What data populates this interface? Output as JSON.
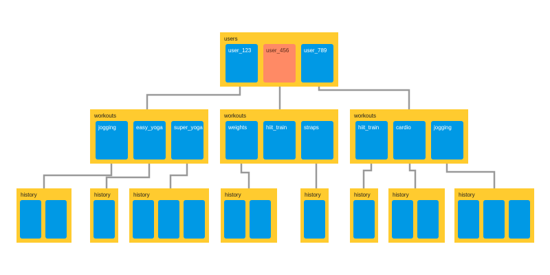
{
  "colors": {
    "container": "#FFCB2F",
    "cell": "#0099E5",
    "highlight": "#FF8A65",
    "connector": "#999999",
    "label_on_cell": "#FFFFFF",
    "label_on_container": "#1A1A1A"
  },
  "root": {
    "title": "users",
    "cells": [
      {
        "label": "user_123",
        "highlighted": false
      },
      {
        "label": "user_456",
        "highlighted": true
      },
      {
        "label": "user_789",
        "highlighted": false
      }
    ]
  },
  "workouts": [
    {
      "title": "workouts",
      "cells": [
        "jogging",
        "easy_yoga",
        "super_yoga"
      ]
    },
    {
      "title": "workouts",
      "cells": [
        "weights",
        "hiit_train",
        "straps"
      ]
    },
    {
      "title": "workouts",
      "cells": [
        "hiit_train",
        "cardio",
        "jogging"
      ]
    }
  ],
  "histories": [
    {
      "title": "history",
      "cells": 2
    },
    {
      "title": "history",
      "cells": 1
    },
    {
      "title": "history",
      "cells": 3
    },
    {
      "title": "history",
      "cells": 2
    },
    {
      "title": "history",
      "cells": 1
    },
    {
      "title": "history",
      "cells": 1
    },
    {
      "title": "history",
      "cells": 2
    },
    {
      "title": "history",
      "cells": 3
    }
  ]
}
